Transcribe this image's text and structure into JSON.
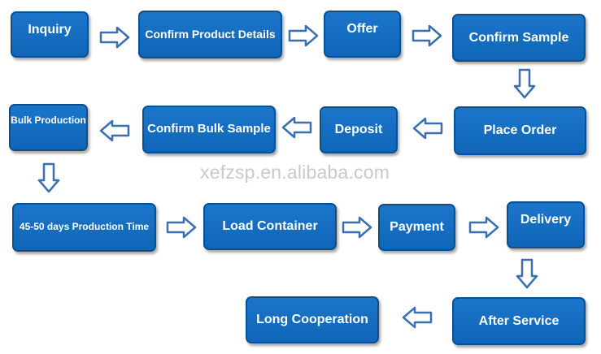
{
  "steps": {
    "inquiry": "Inquiry",
    "confirm_product_details": "Confirm Product Details",
    "offer": "Offer",
    "confirm_sample": "Confirm Sample",
    "place_order": "Place Order",
    "deposit": "Deposit",
    "confirm_bulk_sample": "Confirm Bulk Sample",
    "bulk_production": "Bulk Production",
    "production_time": "45-50 days Production  Time",
    "load_container": "Load Container",
    "payment": "Payment",
    "delivery": "Delivery",
    "after_service": "After  Service",
    "long_cooperation": "Long Cooperation"
  },
  "watermark": "xefzsp.en.alibaba.com",
  "colors": {
    "box": "#1670c3",
    "box_border": "#0a4f90",
    "arrow": "#3a6fb0"
  },
  "arrow_icon": "hollow-block-arrow-icon"
}
